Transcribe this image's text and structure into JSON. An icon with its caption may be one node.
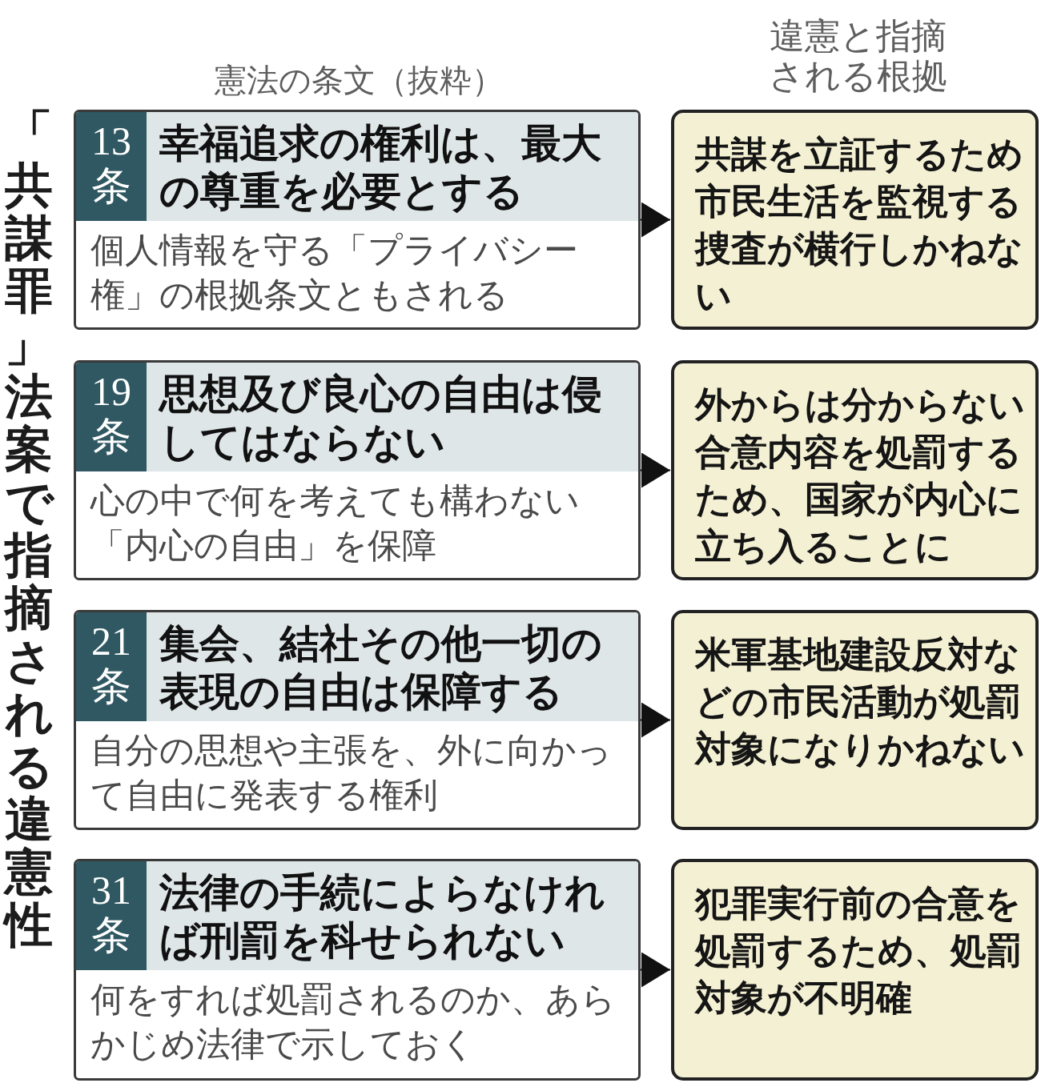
{
  "diagram": {
    "title": "「共謀罪」法案で指摘される違憲性",
    "nodes": [
      {
        "text": [
          "13条",
          "幸福追求の権利は、最大の尊重を必要とする",
          "個人情報を守る「プライバシー権」の根拠条文ともされる"
        ]
      },
      {
        "text": [
          "共謀を立証するため市民生活を監視する捜査が横行しかねない"
        ]
      },
      {
        "text": [
          "19条",
          "思想及び良心の自由は侵してはならない",
          "心の中で何を考えても構わない「内心の自由」を保障"
        ]
      },
      {
        "text": [
          "外からは分からない合意内容を処罰するため、国家が内心に立ち入ることに"
        ]
      },
      {
        "text": [
          "21条",
          "集会、結社その他一切の表現の自由は保障する",
          "自分の思想や主張を、外に向かって自由に発表する権利"
        ]
      },
      {
        "text": [
          "米軍基地建設反対などの市民活動が処罰対象になりかねない"
        ]
      },
      {
        "text": [
          "31条",
          "法律の手続によらなければ刑罰を科せられない",
          "何をすれば処罰されるのか、あらかじめ法律で示しておく"
        ]
      },
      {
        "text": [
          "犯罪実行前の合意を処罰するため、処罰対象が不明確"
        ]
      }
    ],
    "edges": [
      {
        "from": 0,
        "to": 1,
        "arrow": "to"
      },
      {
        "from": 2,
        "to": 3,
        "arrow": "to"
      },
      {
        "from": 4,
        "to": 5,
        "arrow": "to"
      },
      {
        "from": 6,
        "to": 7,
        "arrow": "to"
      }
    ],
    "labels": [
      "憲法の条文（抜粋）",
      "違憲と指摘される根拠"
    ]
  }
}
